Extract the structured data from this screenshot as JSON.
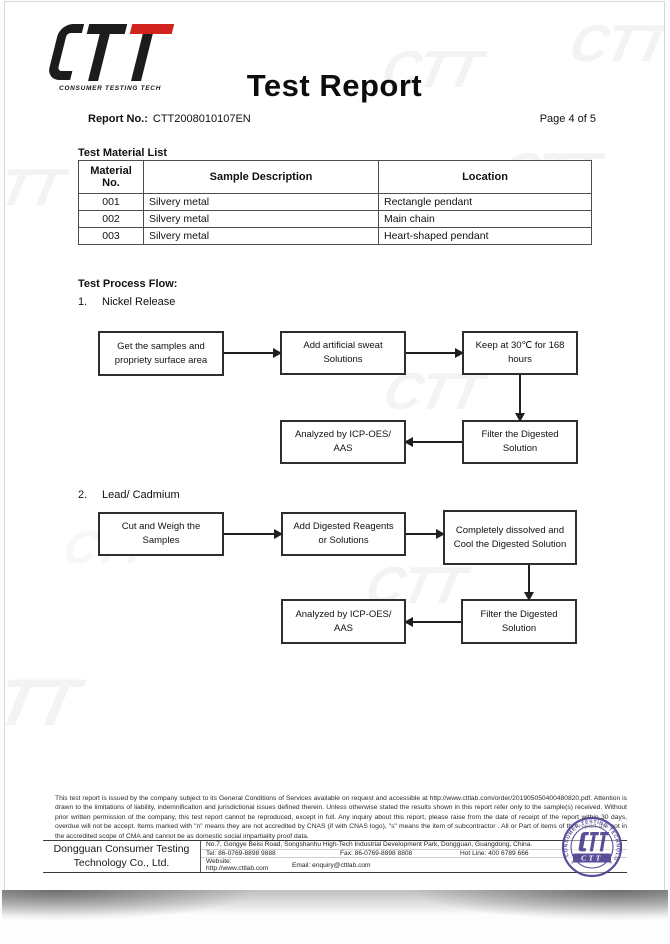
{
  "page": {
    "logo": {
      "text": "CTT",
      "subtext": "CONSUMER TESTING TECH",
      "accent_color": "#d2231f"
    },
    "title": "Test Report",
    "report_no_label": "Report No.:",
    "report_no_value": "CTT2008010107EN",
    "page_indicator": "Page 4 of 5"
  },
  "watermark_text": "CTT",
  "material_list": {
    "section_title": "Test Material List",
    "columns": [
      "Material No.",
      "Sample Description",
      "Location"
    ],
    "rows": [
      {
        "no": "001",
        "description": "Silvery metal",
        "location": "Rectangle pendant"
      },
      {
        "no": "002",
        "description": "Silvery metal",
        "location": "Main chain"
      },
      {
        "no": "003",
        "description": "Silvery metal",
        "location": "Heart-shaped pendant"
      }
    ]
  },
  "process_flow": {
    "section_title": "Test Process Flow:",
    "flows": [
      {
        "number": "1.",
        "name": "Nickel Release",
        "steps": [
          "Get the samples and propriety surface area",
          "Add artificial sweat Solutions",
          "Keep at 30℃ for 168 hours",
          "Filter the Digested Solution",
          "Analyzed by ICP-OES/ AAS"
        ]
      },
      {
        "number": "2.",
        "name": "Lead/ Cadmium",
        "steps": [
          "Cut and Weigh the Samples",
          "Add Digested Reagents or Solutions",
          "Completely dissolved and Cool the Digested Solution",
          "Filter the Digested Solution",
          "Analyzed by ICP-OES/ AAS"
        ]
      }
    ]
  },
  "footer": {
    "disclaimer": "This test report is issued by the company subject to its General Conditions of Services available on request and accessible at http://www.cttlab.com/order/201905050400480820.pdf. Attention is drawn to the limitations of liability, indemnification and jurisdictional issues defined therein. Unless otherwise stated the results shown in this report refer only to the sample(s) received. Without prior written permission of the company, this test report cannot be reproduced, except in full. Any inquiry about this report, please raise from the date of receipt of the report within 30 days, overdue will not be accept. Items marked with \"n\" means they are not accredited by CNAS (if with CNAS logo), \"s\" means the item of subcontractor . All or Part of items of this report are not in the accredited scope of CMA and cannot be as domestic social impartiality proof data.",
    "company_name": "Dongguan Consumer Testing Technology Co., Ltd.",
    "address": "No.7, Gongye Beisi Road, Songshanhu High-Tech Industrial Development Park, Dongguan, Guangdong, China.",
    "tel": "Tel: 86-0769-8898 9888",
    "fax": "Fax: 86-0769-8898 8808",
    "hotline": "Hot Line: 400 6789 666",
    "website": "Website: http://www.cttlab.com",
    "email": "Email: enquiry@cttlab.com",
    "stamp": {
      "ring_text": "CONSUMER TESTING TECHNOLOGY",
      "label": "CTT",
      "color": "#4b4191"
    }
  }
}
